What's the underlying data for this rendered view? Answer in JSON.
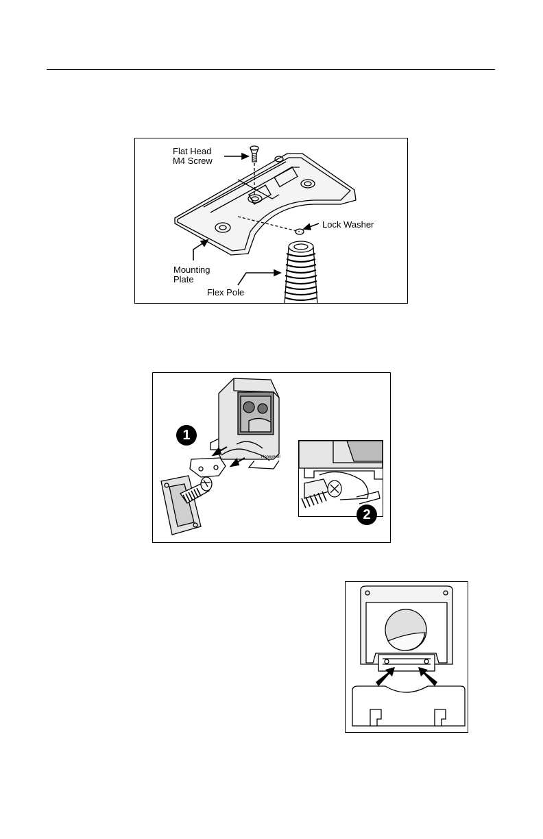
{
  "figure1": {
    "labels": {
      "screw": "Flat Head\nM4 Screw",
      "lock_washer": "Lock Washer",
      "mounting_plate": "Mounting\nPlate",
      "flex_pole": "Flex Pole"
    }
  },
  "figure2": {
    "step1": "1",
    "step2": "2",
    "brand": "Honeywell"
  }
}
